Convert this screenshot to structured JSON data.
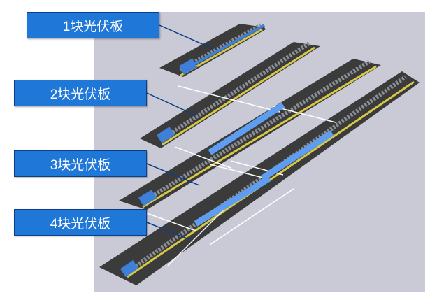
{
  "labels": [
    {
      "text": "1块光伏板",
      "panel_count": 1
    },
    {
      "text": "2块光伏板",
      "panel_count": 2
    },
    {
      "text": "3块光伏板",
      "panel_count": 3
    },
    {
      "text": "4块光伏板",
      "panel_count": 4
    }
  ],
  "colors": {
    "background_panel": "#c9cad6",
    "road": "#3a3b3a",
    "lane_line": "#ffffff",
    "cleaning_robot": "#3d7fd9",
    "rail_edge": "#d8c845",
    "label_fill": "#1f77d8",
    "label_border": "#0d3f86",
    "leader_line": "#0d3f86"
  }
}
